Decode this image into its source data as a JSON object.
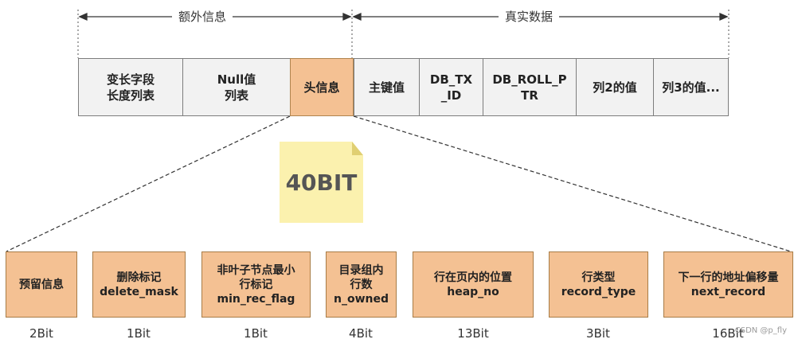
{
  "top_labels": {
    "extra": "额外信息",
    "real": "真实数据"
  },
  "record_cells": [
    {
      "key": "var-len",
      "label": "变长字段\n长度列表"
    },
    {
      "key": "null-list",
      "label": "Null值\n列表"
    },
    {
      "key": "header",
      "label": "头信息",
      "highlighted": true
    },
    {
      "key": "primary-key",
      "label": "主键值"
    },
    {
      "key": "db-tx-id",
      "label": "DB_TX\n_ID"
    },
    {
      "key": "db-roll-ptr",
      "label": "DB_ROLL_P\nTR"
    },
    {
      "key": "col2",
      "label": "列2的值"
    },
    {
      "key": "col3",
      "label": "列3的值..."
    }
  ],
  "header_size": "40BIT",
  "header_fields": [
    {
      "key": "reserved",
      "label": "预留信息",
      "bits": "2Bit"
    },
    {
      "key": "delete-mask",
      "label": "删除标记\ndelete_mask",
      "bits": "1Bit"
    },
    {
      "key": "min-rec-flag",
      "label": "非叶子节点最小\n行标记\nmin_rec_flag",
      "bits": "1Bit"
    },
    {
      "key": "n-owned",
      "label": "目录组内\n行数\nn_owned",
      "bits": "4Bit"
    },
    {
      "key": "heap-no",
      "label": "行在页内的位置\nheap_no",
      "bits": "13Bit"
    },
    {
      "key": "record-type",
      "label": "行类型\nrecord_type",
      "bits": "3Bit"
    },
    {
      "key": "next-record",
      "label": "下一行的地址偏移量\nnext_record",
      "bits": "16Bit"
    }
  ],
  "watermark": "CSDN @p_fly",
  "colors": {
    "highlight_fill": "#f4c193",
    "cell_fill": "#f2f2f2",
    "note_fill": "#fbf1ae"
  }
}
